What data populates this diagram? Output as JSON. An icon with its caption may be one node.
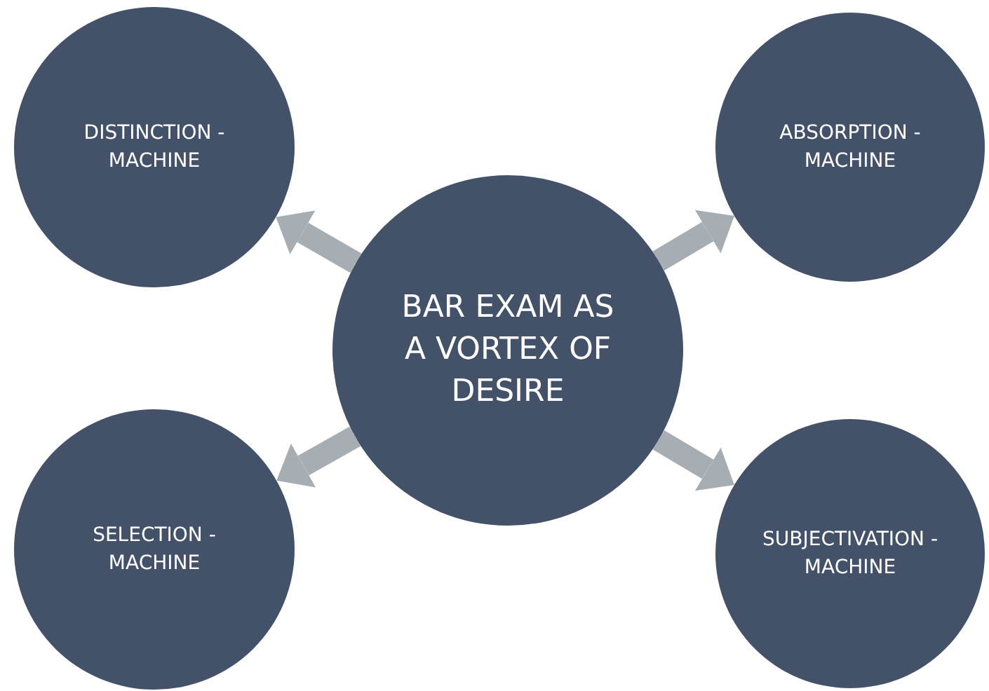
{
  "diagram": {
    "nodes": [
      {
        "text": [
          "DISTINCTION -MACHINE"
        ]
      },
      {
        "text": [
          "ABSORPTION -MACHINE"
        ]
      },
      {
        "text": [
          "BAR EXAM AS A VORTEX OF DESIRE"
        ]
      },
      {
        "text": [
          "SELECTION -MACHINE"
        ]
      },
      {
        "text": [
          "SUBJECTIVATION -MACHINE"
        ]
      }
    ],
    "edges": [
      {
        "from": 2,
        "to": 0,
        "arrow": "to"
      },
      {
        "from": 2,
        "to": 1,
        "arrow": "to"
      },
      {
        "from": 2,
        "to": 3,
        "arrow": "to"
      },
      {
        "from": 2,
        "to": 4,
        "arrow": "to"
      }
    ]
  }
}
